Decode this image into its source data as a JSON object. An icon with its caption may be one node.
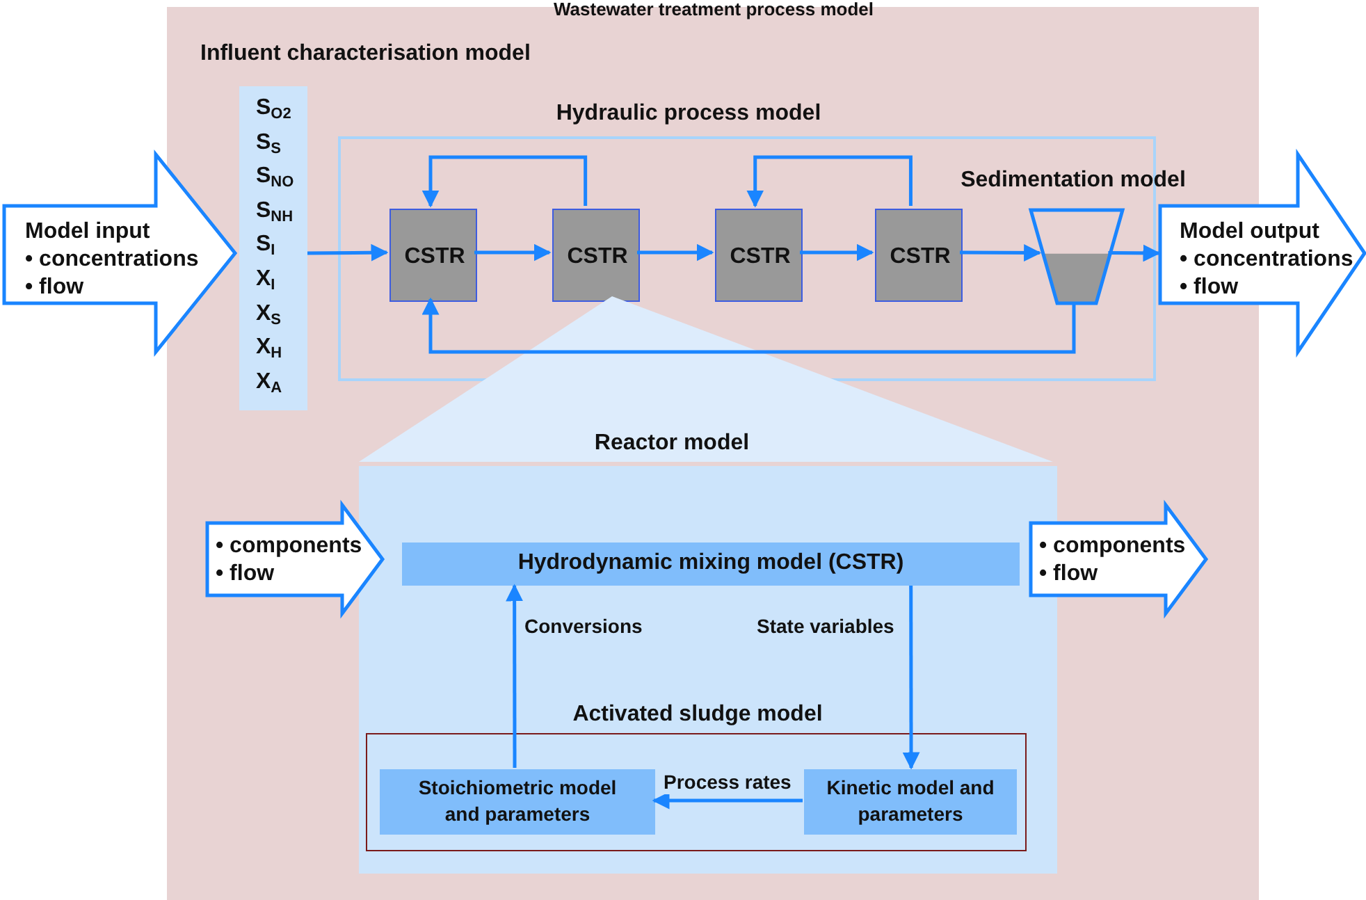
{
  "diagram": {
    "nodes": [
      {
        "text": [
          "Wastewater treatment process model"
        ]
      },
      {
        "text": [
          "Model input",
          "• concentrations",
          "• flow"
        ]
      },
      {
        "text": [
          "Influent characterisation model",
          "S$_{O2}$",
          "S$_{S}$",
          "S$_{NO}$",
          "S$_{NH}$",
          "S$_{I}$",
          "X$_{I}$",
          "X$_{S}$",
          "X$_{H}$",
          "X$_{A}$"
        ],
        "in": 0
      },
      {
        "text": [
          "Hydraulic process model"
        ],
        "in": 0
      },
      {
        "text": [
          "CSTR"
        ],
        "in": 3
      },
      {
        "text": [
          "CSTR"
        ],
        "in": 3
      },
      {
        "text": [
          "CSTR"
        ],
        "in": 3
      },
      {
        "text": [
          "CSTR"
        ],
        "in": 3
      },
      {
        "text": [
          "Sedimentation model"
        ],
        "in": 3
      },
      {
        "text": [
          "Model output",
          "• concentrations",
          "• flow"
        ]
      },
      {
        "text": [
          "Reactor model"
        ],
        "in": 0
      },
      {
        "text": [
          "• components",
          "• flow"
        ],
        "in": 0
      },
      {
        "text": [
          "Hydrodynamic mixing model (CSTR)"
        ],
        "in": 10
      },
      {
        "text": [
          "• components",
          "• flow"
        ],
        "in": 0
      },
      {
        "text": [
          "Activated sludge model"
        ],
        "in": 10
      },
      {
        "text": [
          "Stoichiometric model and parameters"
        ],
        "in": 14
      },
      {
        "text": [
          "Kinetic model and parameters"
        ],
        "in": 14
      }
    ],
    "edges": [
      {
        "from": 2,
        "to": 4,
        "arrow": "to"
      },
      {
        "from": 4,
        "to": 5,
        "arrow": "to"
      },
      {
        "from": 5,
        "to": 6,
        "arrow": "to"
      },
      {
        "from": 6,
        "to": 7,
        "arrow": "to"
      },
      {
        "from": 7,
        "to": 8,
        "arrow": "to"
      },
      {
        "from": 8,
        "to": 9,
        "arrow": "to"
      },
      {
        "from": 5,
        "to": 4,
        "arrow": "to"
      },
      {
        "from": 7,
        "to": 6,
        "arrow": "to"
      },
      {
        "from": 8,
        "to": 4,
        "arrow": "to"
      },
      {
        "from": 12,
        "to": 16,
        "label": "State variables",
        "arrow": "to"
      },
      {
        "from": 15,
        "to": 12,
        "label": "Conversions",
        "arrow": "to"
      },
      {
        "from": 16,
        "to": 15,
        "label": "Process rates",
        "arrow": "to"
      }
    ]
  }
}
